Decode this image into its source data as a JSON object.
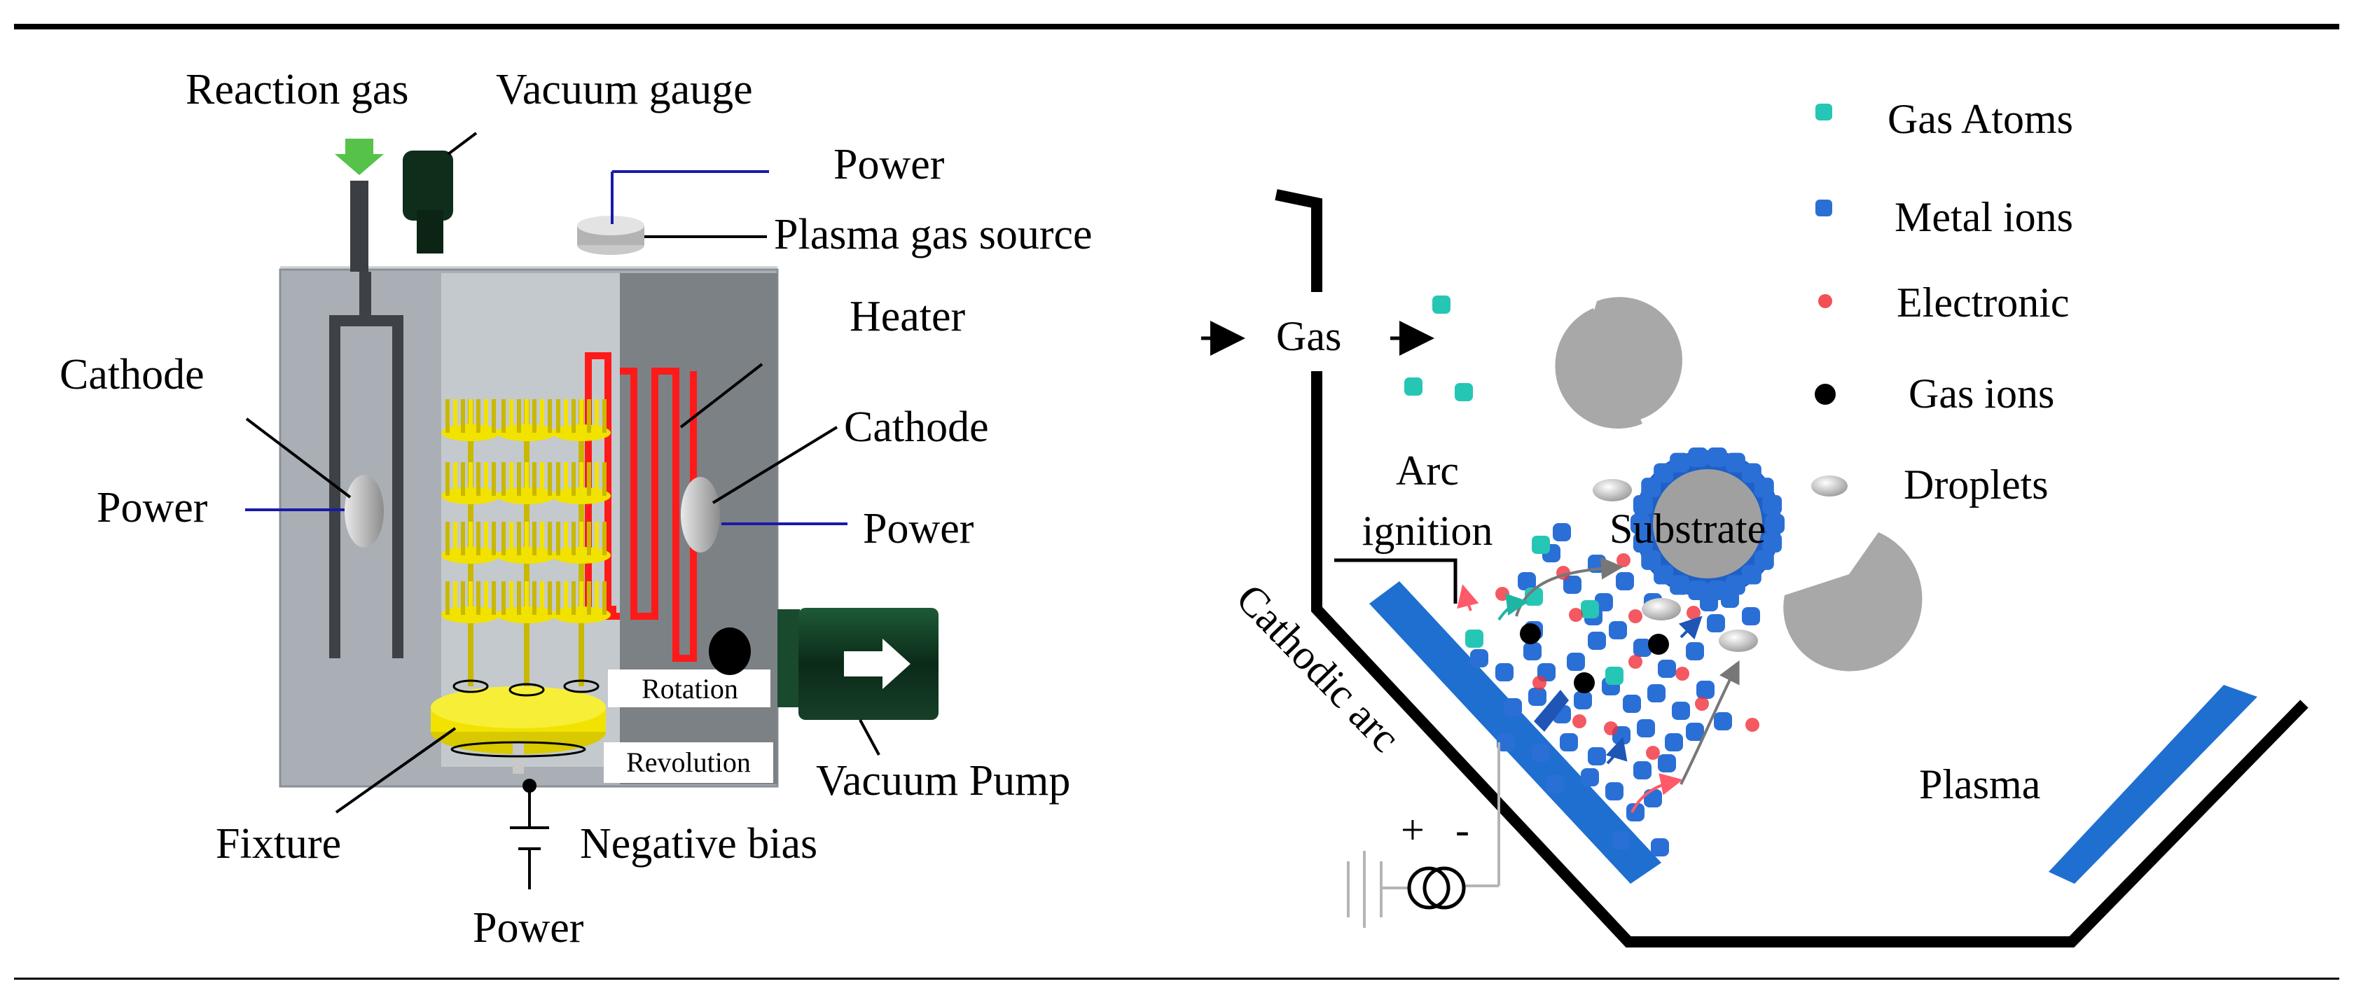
{
  "left_diagram": {
    "reaction_gas": "Reaction gas",
    "vacuum_gauge": "Vacuum gauge",
    "power_top": "Power",
    "plasma_gas_source": "Plasma gas source",
    "heater": "Heater",
    "cathode_left": "Cathode",
    "cathode_right": "Cathode",
    "power_left": "Power",
    "power_right": "Power",
    "rotation": "Rotation",
    "revolution": "Revolution",
    "vacuum_pump": "Vacuum Pump",
    "fixture": "Fixture",
    "negative_bias": "Negative bias",
    "power_bottom": "Power"
  },
  "right_diagram": {
    "gas": "Gas",
    "arc_ignition_line1": "Arc",
    "arc_ignition_line2": "ignition",
    "substrate": "Substrate",
    "cathodic_arc": "Cathodic arc",
    "plasma": "Plasma",
    "plus": "+",
    "minus": "-"
  },
  "legend": {
    "items": [
      {
        "label": "Gas Atoms",
        "color": "#26c6b5"
      },
      {
        "label": "Metal ions",
        "color": "#2a6fd6"
      },
      {
        "label": "Electronic",
        "color": "#f0303a"
      },
      {
        "label": "Gas ions",
        "color": "#000000"
      },
      {
        "label": "Droplets",
        "color": "#cfcfcf"
      }
    ]
  },
  "colors": {
    "chamber": "#a6acb2",
    "heater": "#ff1a1a",
    "fixture": "#f2e200",
    "cathode_bar": "#1f6fd0",
    "pump": "#0f3d25"
  }
}
